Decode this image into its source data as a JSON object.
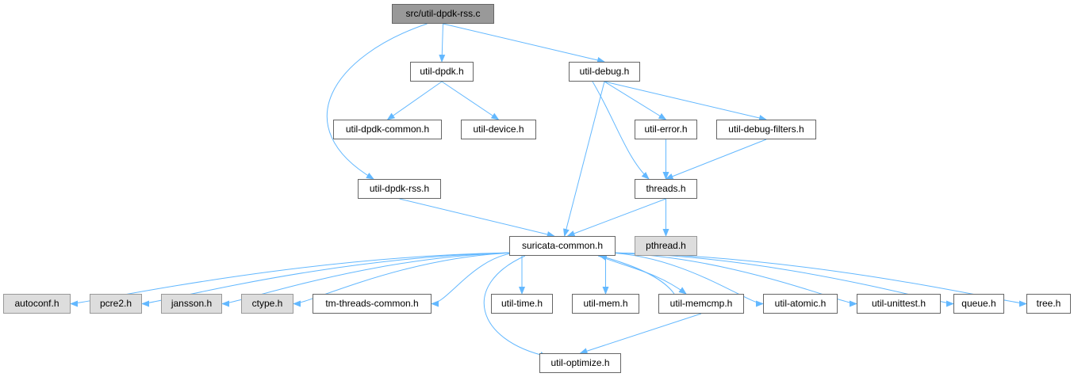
{
  "graph": {
    "edge_color": "#63b8ff",
    "nodes": [
      {
        "id": "root",
        "label": "src/util-dpdk-rss.c",
        "style": "root"
      },
      {
        "id": "dpdk",
        "label": "util-dpdk.h",
        "style": "normal"
      },
      {
        "id": "debug",
        "label": "util-debug.h",
        "style": "normal"
      },
      {
        "id": "dpdkcommon",
        "label": "util-dpdk-common.h",
        "style": "normal"
      },
      {
        "id": "device",
        "label": "util-device.h",
        "style": "normal"
      },
      {
        "id": "error",
        "label": "util-error.h",
        "style": "normal"
      },
      {
        "id": "debugfilters",
        "label": "util-debug-filters.h",
        "style": "normal"
      },
      {
        "id": "dpdkrss",
        "label": "util-dpdk-rss.h",
        "style": "normal"
      },
      {
        "id": "threads",
        "label": "threads.h",
        "style": "normal"
      },
      {
        "id": "suricata",
        "label": "suricata-common.h",
        "style": "normal"
      },
      {
        "id": "pthread",
        "label": "pthread.h",
        "style": "external"
      },
      {
        "id": "autoconf",
        "label": "autoconf.h",
        "style": "external"
      },
      {
        "id": "pcre2",
        "label": "pcre2.h",
        "style": "external"
      },
      {
        "id": "jansson",
        "label": "jansson.h",
        "style": "external"
      },
      {
        "id": "ctype",
        "label": "ctype.h",
        "style": "external"
      },
      {
        "id": "tmthreads",
        "label": "tm-threads-common.h",
        "style": "normal"
      },
      {
        "id": "time",
        "label": "util-time.h",
        "style": "normal"
      },
      {
        "id": "mem",
        "label": "util-mem.h",
        "style": "normal"
      },
      {
        "id": "memcmp",
        "label": "util-memcmp.h",
        "style": "normal"
      },
      {
        "id": "atomic",
        "label": "util-atomic.h",
        "style": "normal"
      },
      {
        "id": "unittest",
        "label": "util-unittest.h",
        "style": "normal"
      },
      {
        "id": "queue",
        "label": "queue.h",
        "style": "normal"
      },
      {
        "id": "tree",
        "label": "tree.h",
        "style": "normal"
      },
      {
        "id": "optimize",
        "label": "util-optimize.h",
        "style": "normal"
      }
    ],
    "edges": [
      [
        "root",
        "dpdk"
      ],
      [
        "root",
        "debug"
      ],
      [
        "root",
        "dpdkrss"
      ],
      [
        "dpdk",
        "dpdkcommon"
      ],
      [
        "dpdk",
        "device"
      ],
      [
        "debug",
        "error"
      ],
      [
        "debug",
        "debugfilters"
      ],
      [
        "debug",
        "threads"
      ],
      [
        "debug",
        "suricata"
      ],
      [
        "error",
        "threads"
      ],
      [
        "debugfilters",
        "threads"
      ],
      [
        "dpdkrss",
        "suricata"
      ],
      [
        "threads",
        "suricata"
      ],
      [
        "threads",
        "pthread"
      ],
      [
        "suricata",
        "autoconf"
      ],
      [
        "suricata",
        "pcre2"
      ],
      [
        "suricata",
        "jansson"
      ],
      [
        "suricata",
        "ctype"
      ],
      [
        "suricata",
        "tmthreads"
      ],
      [
        "suricata",
        "time"
      ],
      [
        "suricata",
        "mem"
      ],
      [
        "suricata",
        "memcmp"
      ],
      [
        "suricata",
        "atomic"
      ],
      [
        "suricata",
        "unittest"
      ],
      [
        "suricata",
        "queue"
      ],
      [
        "suricata",
        "tree"
      ],
      [
        "suricata",
        "optimize"
      ],
      [
        "memcmp",
        "suricata"
      ],
      [
        "memcmp",
        "optimize"
      ]
    ]
  }
}
